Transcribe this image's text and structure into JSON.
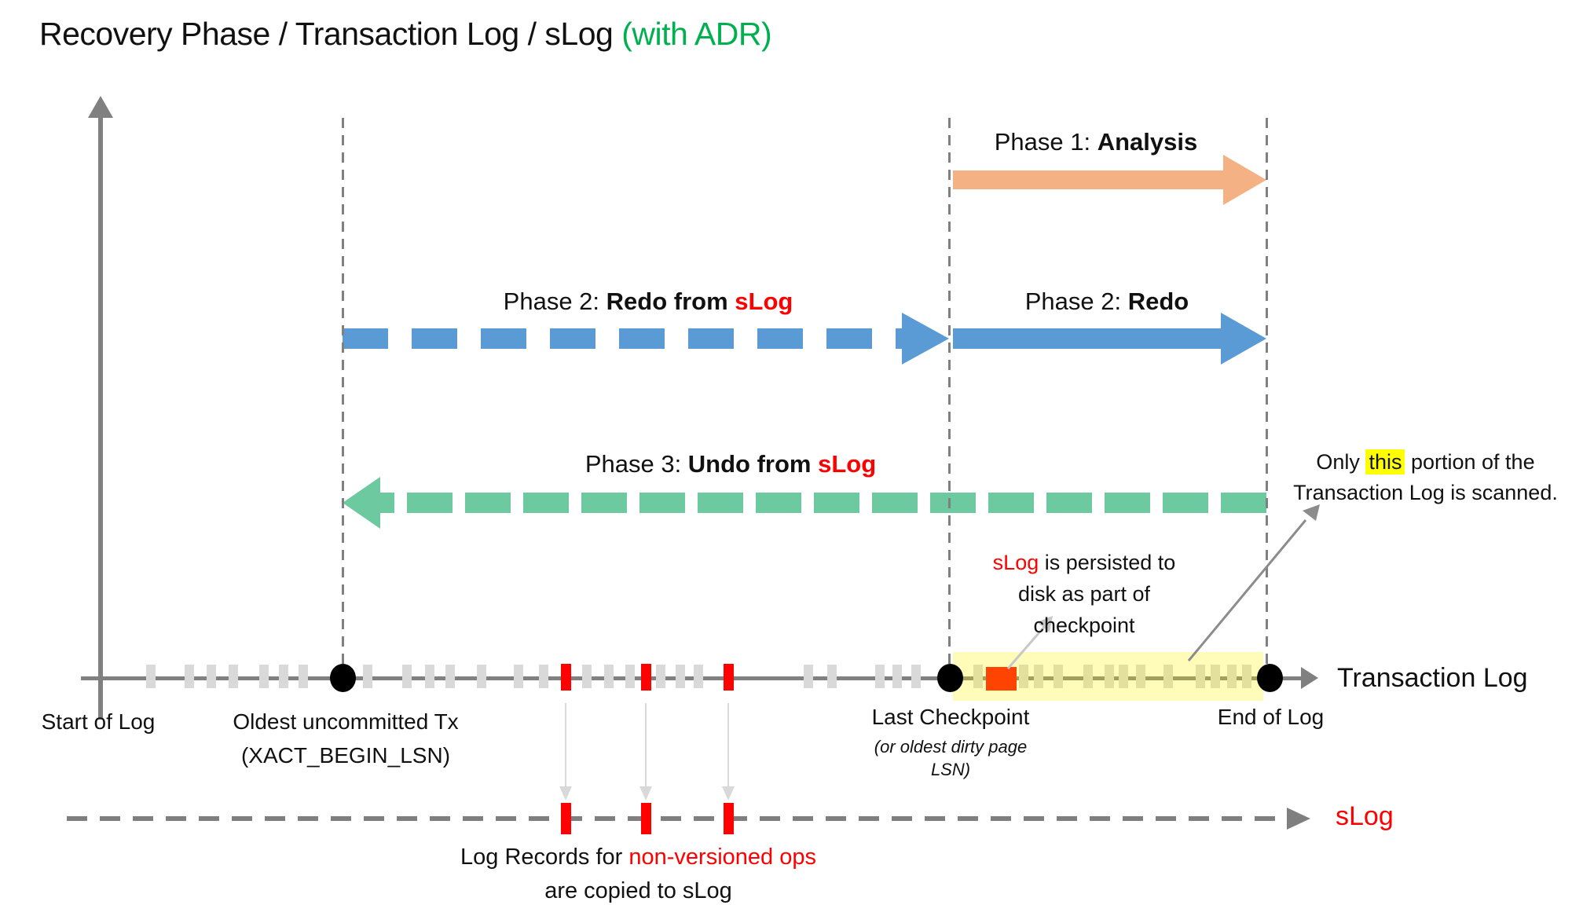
{
  "title": {
    "black": "Recovery Phase / Transaction Log / sLog ",
    "green": "(with ADR)"
  },
  "colors": {
    "title_green": "#00B050",
    "orange": "#F4B183",
    "blue": "#5B9BD5",
    "green": "#6DC9A0",
    "red": "#FF0000",
    "axis_gray": "#808080",
    "tick_gray": "#D9D9D9",
    "highlight_yellow": "#FFFF00",
    "band_overlay": "rgba(255,242,0,0.28)",
    "annotation_arrow_gray": "#8C8C8C",
    "drop_arrow_gray": "#D9D9D9"
  },
  "phase_labels": {
    "analysis": {
      "normal": "Phase 1: ",
      "bold": "Analysis",
      "red": ""
    },
    "redo_slog": {
      "normal": "Phase 2: ",
      "bold": "Redo from ",
      "red": "sLog"
    },
    "redo": {
      "normal": "Phase 2: ",
      "bold": "Redo",
      "red": ""
    },
    "undo_slog": {
      "normal": "Phase 3: ",
      "bold": "Undo from ",
      "red": "sLog"
    }
  },
  "timeline_labels": {
    "start": "Start of Log",
    "oldest_line1": "Oldest uncommitted Tx",
    "oldest_line2": "(XACT_BEGIN_LSN)",
    "checkpoint": "Last Checkpoint",
    "checkpoint_sub1": "(or oldest dirty page",
    "checkpoint_sub2": "LSN)",
    "end": "End of Log",
    "axis": "Transaction Log",
    "slog_axis": "sLog"
  },
  "annotations": {
    "persisted": {
      "red": "sLog",
      "line1_rest": " is persisted to",
      "line2": "disk as part of",
      "line3": "checkpoint"
    },
    "scanned": {
      "pre": "Only ",
      "highlight": "this",
      "post": " portion of the",
      "line2": "Transaction Log is scanned."
    },
    "copy": {
      "line1_black": "Log Records for ",
      "line1_red": "non-versioned ops",
      "line2": "are copied to sLog"
    }
  },
  "marks": {
    "gray_tick_x": [
      192,
      241,
      269,
      297,
      336,
      361,
      386,
      468,
      518,
      547,
      573,
      613,
      660,
      692,
      747,
      775,
      802,
      841,
      866,
      889,
      1029,
      1059,
      1120,
      1142,
      1166
    ],
    "band_tick_x": [
      1245,
      1303,
      1322,
      1347,
      1385,
      1412,
      1430,
      1452,
      1487,
      1528,
      1547,
      1568,
      1587
    ],
    "nonversioned_event_x": [
      720,
      822,
      927
    ],
    "dot_x": [
      436,
      1209,
      1616
    ],
    "dashed_guide_x": [
      436,
      1208,
      1612
    ]
  }
}
